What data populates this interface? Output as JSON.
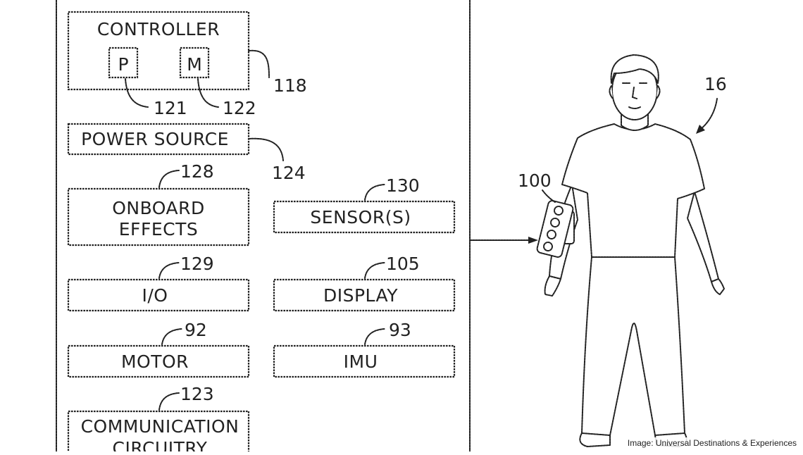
{
  "diagram": {
    "controller": {
      "label": "CONTROLLER",
      "ref": "118",
      "processor": {
        "label": "P",
        "ref": "121"
      },
      "memory": {
        "label": "M",
        "ref": "122"
      }
    },
    "power_source": {
      "label": "POWER SOURCE",
      "ref": "124"
    },
    "onboard_effects": {
      "line1": "ONBOARD",
      "line2": "EFFECTS",
      "ref": "128"
    },
    "sensors": {
      "label": "SENSOR(S)",
      "ref": "130"
    },
    "io": {
      "label": "I/O",
      "ref": "129"
    },
    "display": {
      "label": "DISPLAY",
      "ref": "105"
    },
    "motor": {
      "label": "MOTOR",
      "ref": "92"
    },
    "imu": {
      "label": "IMU",
      "ref": "93"
    },
    "communication": {
      "line1": "COMMUNICATION",
      "line2": "CIRCUITRY",
      "ref": "123"
    },
    "wearable_device": {
      "ref": "100"
    },
    "user": {
      "ref": "16"
    }
  },
  "credit": "Image: Universal Destinations & Experiences"
}
